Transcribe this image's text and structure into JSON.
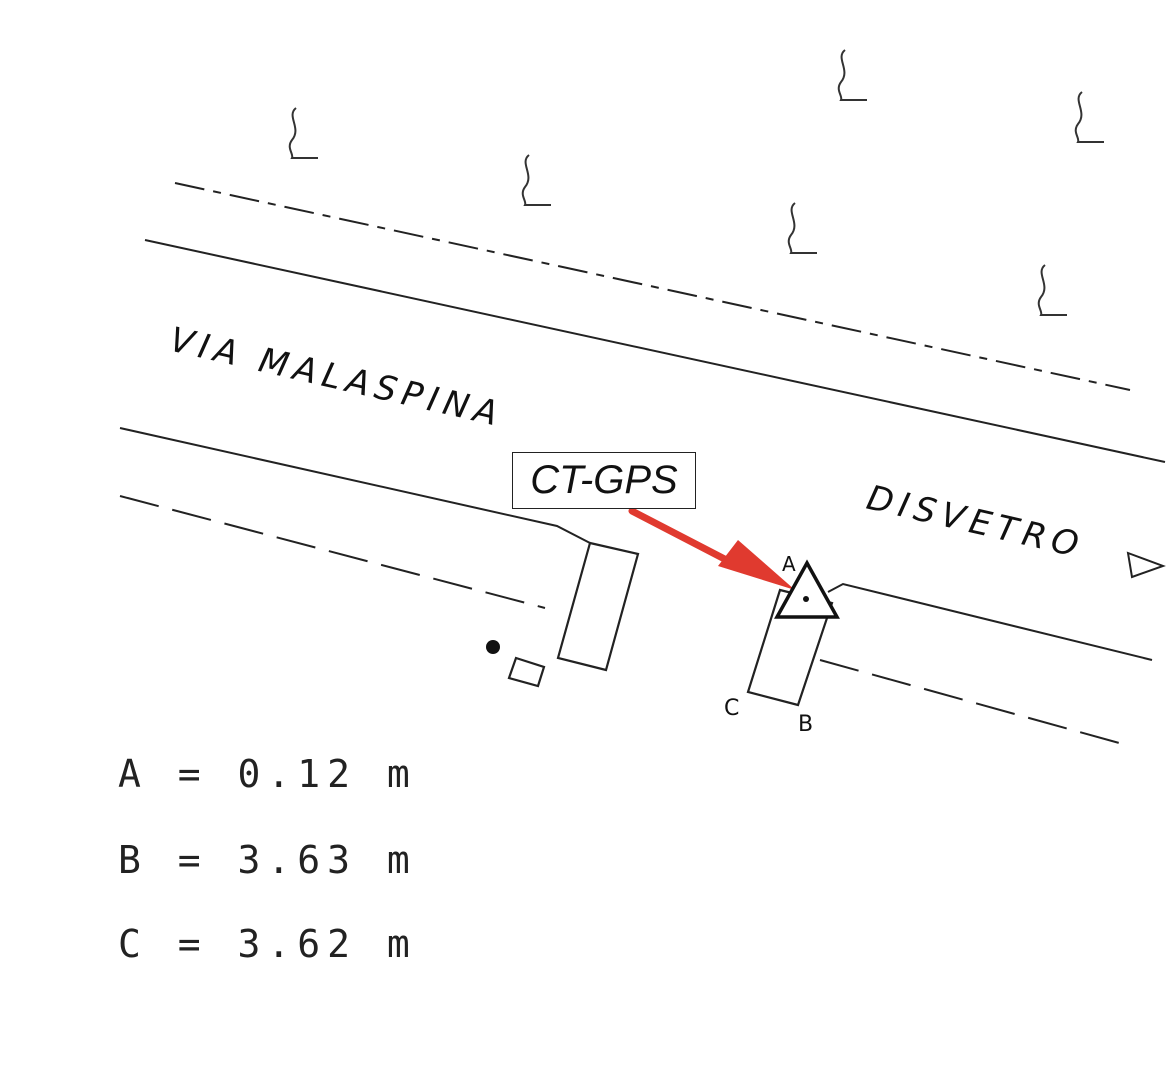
{
  "streets": {
    "via_malaspina": "VIA MALASPINA",
    "disvetro": "DISVETRO"
  },
  "gps_label": "CT-GPS",
  "corner_labels": {
    "a": "A",
    "b": "B",
    "c": "C"
  },
  "measurements": [
    {
      "label": "A",
      "text": "A = 0.12 m"
    },
    {
      "label": "B",
      "text": "B = 3.63 m"
    },
    {
      "label": "C",
      "text": "C = 3.62 m"
    }
  ],
  "colors": {
    "arrow": "#e03a2f",
    "lines": "#222222"
  },
  "icons": [
    "tree-symbol-icon",
    "triangle-marker-icon",
    "direction-triangle-icon",
    "point-dot-icon"
  ]
}
